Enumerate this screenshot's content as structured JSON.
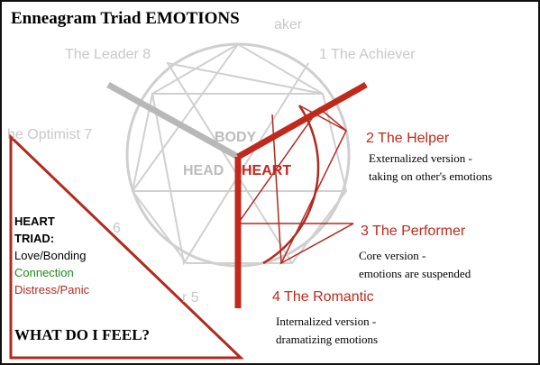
{
  "title": "Enneagram Triad EMOTIONS",
  "type_labels": {
    "peacemaker_fragment": "aker",
    "achiever": "1  The Achiever",
    "leader": "The Leader 8",
    "optimist": "he Optimist 7",
    "fragment_6": "6",
    "fragment_5": "r 5"
  },
  "center_labels": {
    "body": "BODY",
    "head": "HEAD",
    "heart": "HEART"
  },
  "heart_types": [
    {
      "label": "2  The Helper",
      "desc_line1": "Externalized version -",
      "desc_line2": "taking on other's emotions"
    },
    {
      "label": "3  The Performer",
      "desc_line1": "Core version -",
      "desc_line2": "emotions are suspended"
    },
    {
      "label": "4  The Romantic",
      "desc_line1": "Internalized version -",
      "desc_line2": "dramatizing emotions"
    }
  ],
  "triad_box": {
    "line1": "HEART",
    "line2": "TRIAD:",
    "line3": "Love/Bonding",
    "line4": "Connection",
    "line5": "Distress/Panic"
  },
  "question": "WHAT DO I FEEL?",
  "colors": {
    "heart_red": "#c0291b",
    "dark_red": "#b02a1f",
    "gray": "#c9c9c9",
    "connection_green": "#1a8c1a",
    "distress_red": "#b32a1f"
  }
}
